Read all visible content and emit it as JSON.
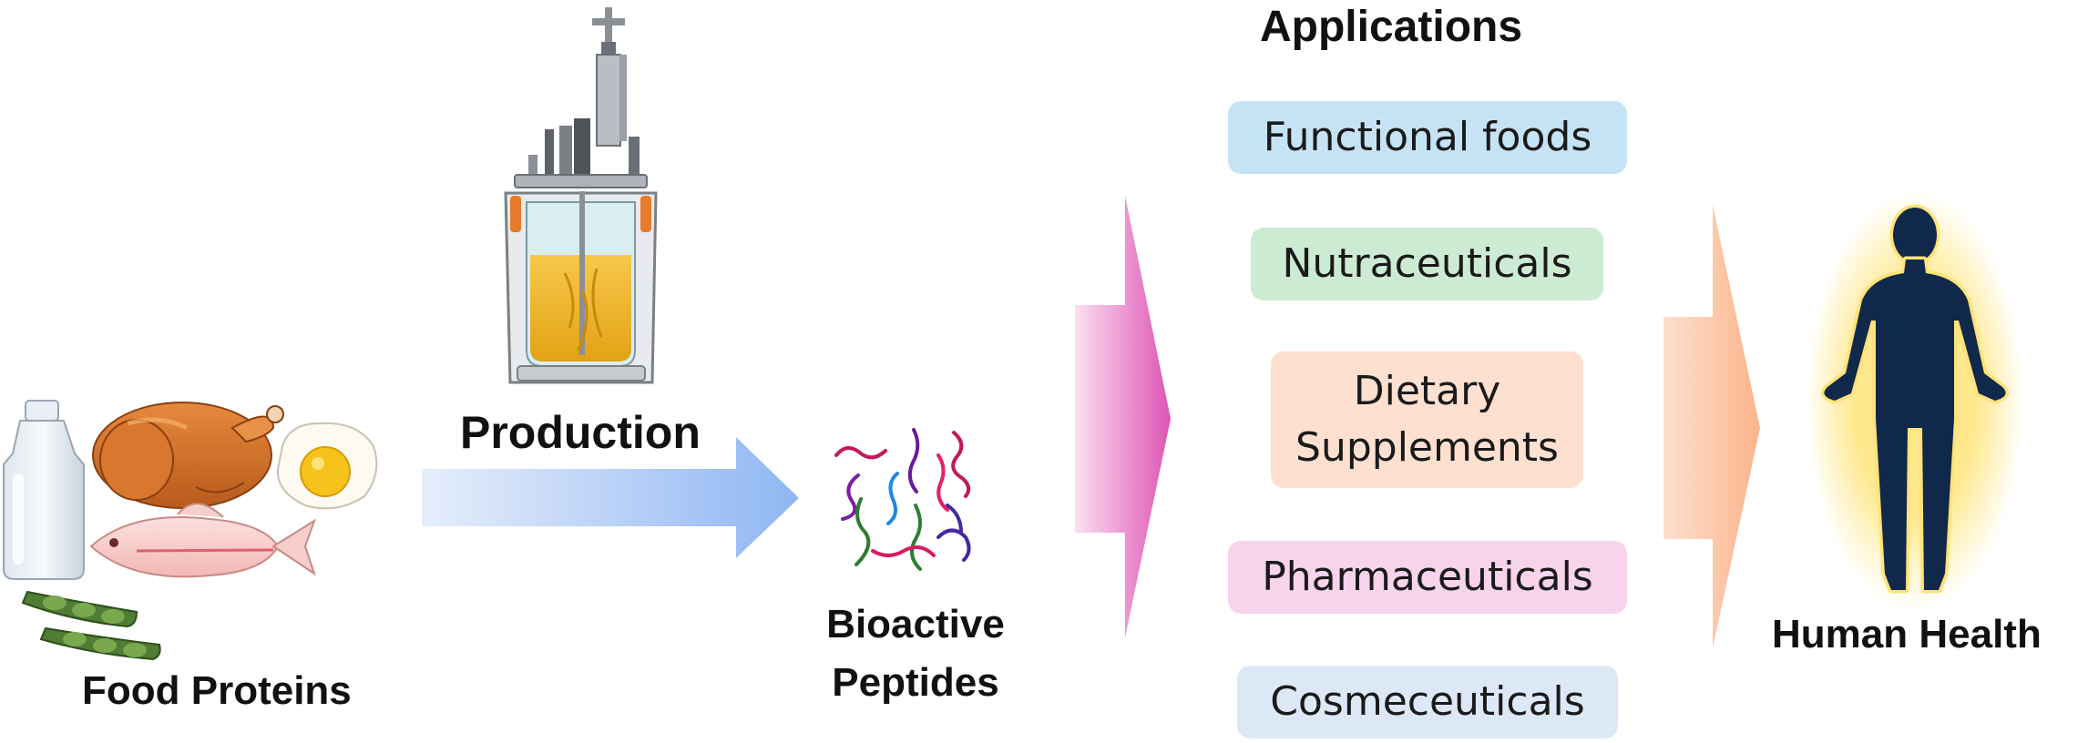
{
  "source": {
    "label": "Food Proteins",
    "items": [
      "milk-bottle",
      "roast-chicken",
      "fried-egg",
      "fish",
      "soybean-pods"
    ]
  },
  "process": {
    "label": "Production",
    "equipment": "bioreactor"
  },
  "product": {
    "label_line1": "Bioactive",
    "label_line2": "Peptides"
  },
  "applications": {
    "heading": "Applications",
    "items": [
      {
        "label": "Functional foods",
        "color": "#c6e3f5"
      },
      {
        "label": "Nutraceuticals",
        "color": "#cdebd3"
      },
      {
        "label_line1": "Dietary",
        "label_line2": "Supplements",
        "color": "#fde0d0"
      },
      {
        "label": "Pharmaceuticals",
        "color": "#f8d3ec"
      },
      {
        "label": "Cosmeceuticals",
        "color": "#dde8f6"
      }
    ]
  },
  "outcome": {
    "label": "Human Health",
    "figure_color": "#10284a",
    "glow_color": "#ffe680"
  },
  "arrows": {
    "production_arrow": {
      "color_start": "#e6eefb",
      "color_end": "#8fb6f3"
    },
    "applications_arrow": {
      "color_start": "#fbe0f0",
      "color_end": "#dd55b5"
    },
    "health_arrow": {
      "color_start": "#fde0cf",
      "color_end": "#fcb48a"
    }
  },
  "peptide_colors": [
    "#c2185b",
    "#6a1b9a",
    "#1e88e5",
    "#2e7d32",
    "#e91e63",
    "#7b1fa2",
    "#4527a0",
    "#d81b60"
  ]
}
